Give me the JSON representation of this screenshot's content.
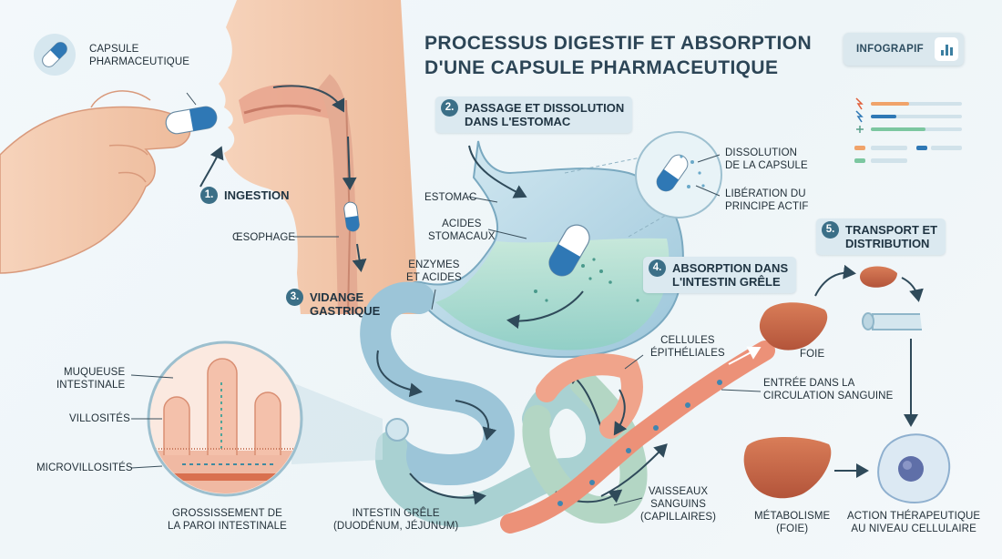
{
  "title": {
    "line1": "PROCESSUS DIGESTIF ET ABSORPTION",
    "line2": "D'UNE CAPSULE PHARMACEUTIQUE"
  },
  "infographic_button": {
    "label": "INFOGRAPIF",
    "icon": "bar-chart-icon"
  },
  "steps": [
    {
      "number": "1.",
      "label_lines": [
        "INGESTION"
      ]
    },
    {
      "number": "2.",
      "label_lines": [
        "PASSAGE ET DISSOLUTION",
        "DANS L'ESTOMAC"
      ]
    },
    {
      "number": "3.",
      "label_lines": [
        "VIDANGE",
        "GASTRIQUE"
      ]
    },
    {
      "number": "4.",
      "label_lines": [
        "ABSORPTION DANS",
        "L'INTESTIN GRÊLE"
      ]
    },
    {
      "number": "5.",
      "label_lines": [
        "TRANSPORT ET",
        "DISTRIBUTION"
      ]
    }
  ],
  "labels": {
    "capsule": [
      "CAPSULE",
      "PHARMACEUTIQUE"
    ],
    "oesophage": "ŒSOPHAGE",
    "estomac": "ESTOMAC",
    "acides": [
      "ACIDES",
      "STOMACAUX"
    ],
    "enzymes": [
      "ENZYMES",
      "ET ACIDES"
    ],
    "dissolution": [
      "DISSOLUTION",
      "DE LA CAPSULE"
    ],
    "liberation": [
      "LIBÉRATION DU",
      "PRINCIPE ACTIF"
    ],
    "muqueuse": [
      "MUQUEUSE",
      "INTESTINALE"
    ],
    "villosites": "VILLOSITÉS",
    "microvillosites": "MICROVILLOSITÉS",
    "grossissement": [
      "GROSSISSEMENT DE",
      "LA PAROI INTESTINALE"
    ],
    "intestin": [
      "INTESTIN GRÊLE",
      "(DUODÉNUM, JÉJUNUM)"
    ],
    "vaisseaux": [
      "VAISSEAUX",
      "SANGUINS",
      "(CAPILLAIRES)"
    ],
    "cellules": [
      "CELLULES",
      "ÉPITHÉLIALES"
    ],
    "entree": [
      "ENTRÉE DANS LA",
      "CIRCULATION SANGUINE"
    ],
    "foie": "FOIE",
    "metabolisme": [
      "MÉTABOLISME",
      "(FOIE)"
    ],
    "action": [
      "ACTION THÉRAPEUTIQUE",
      "AU NIVEAU CELLULAIRE"
    ]
  },
  "colors": {
    "badge": "#3b6f87",
    "capsule_blue": "#2f78b5",
    "stomach": "#a9cfe0",
    "blood_vessel": "#e98a73",
    "liver": "#c8694a",
    "skin": "#f2c7a9"
  }
}
